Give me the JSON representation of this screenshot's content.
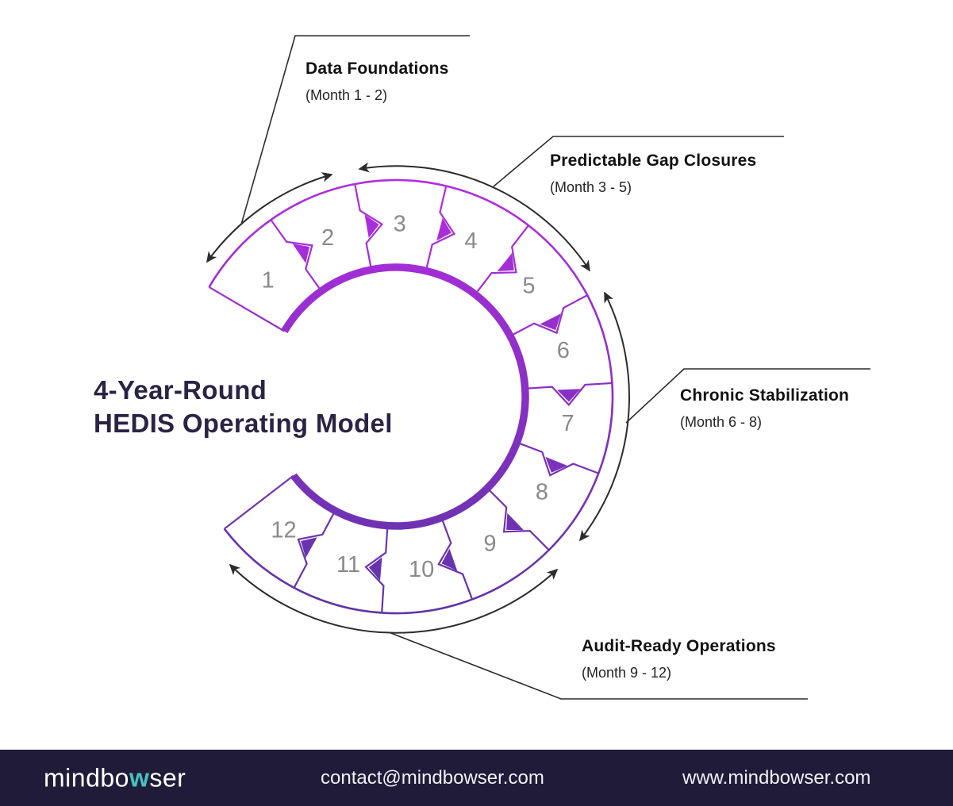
{
  "header": {
    "title_line1": "4-Year-Round",
    "title_line2": "HEDIS Operating Model"
  },
  "phases": [
    {
      "title": "Data Foundations",
      "months": "(Month 1 - 2)"
    },
    {
      "title": "Predictable Gap Closures",
      "months": "(Month 3 - 5)"
    },
    {
      "title": "Chronic Stabilization",
      "months": "(Month 6 - 8)"
    },
    {
      "title": "Audit-Ready Operations",
      "months": "(Month 9 - 12)"
    }
  ],
  "wheel": {
    "segments": [
      "1",
      "2",
      "3",
      "4",
      "5",
      "6",
      "7",
      "8",
      "9",
      "10",
      "11",
      "12"
    ]
  },
  "colors": {
    "ring_top": "#b42ce2",
    "ring_bottom": "#5d34a6",
    "numbers": "#8a8a8a",
    "leader": "#2c2c2c",
    "title_text": "#2b2344",
    "footer_bg": "#211b3a",
    "logo_teal": "#46c3c0",
    "footer_text": "#f2f0f7"
  },
  "footer": {
    "logo_prefix": "mindbo",
    "logo_w": "w",
    "logo_suffix": "ser",
    "email": "contact@mindbowser.com",
    "website": "www.mindbowser.com"
  }
}
